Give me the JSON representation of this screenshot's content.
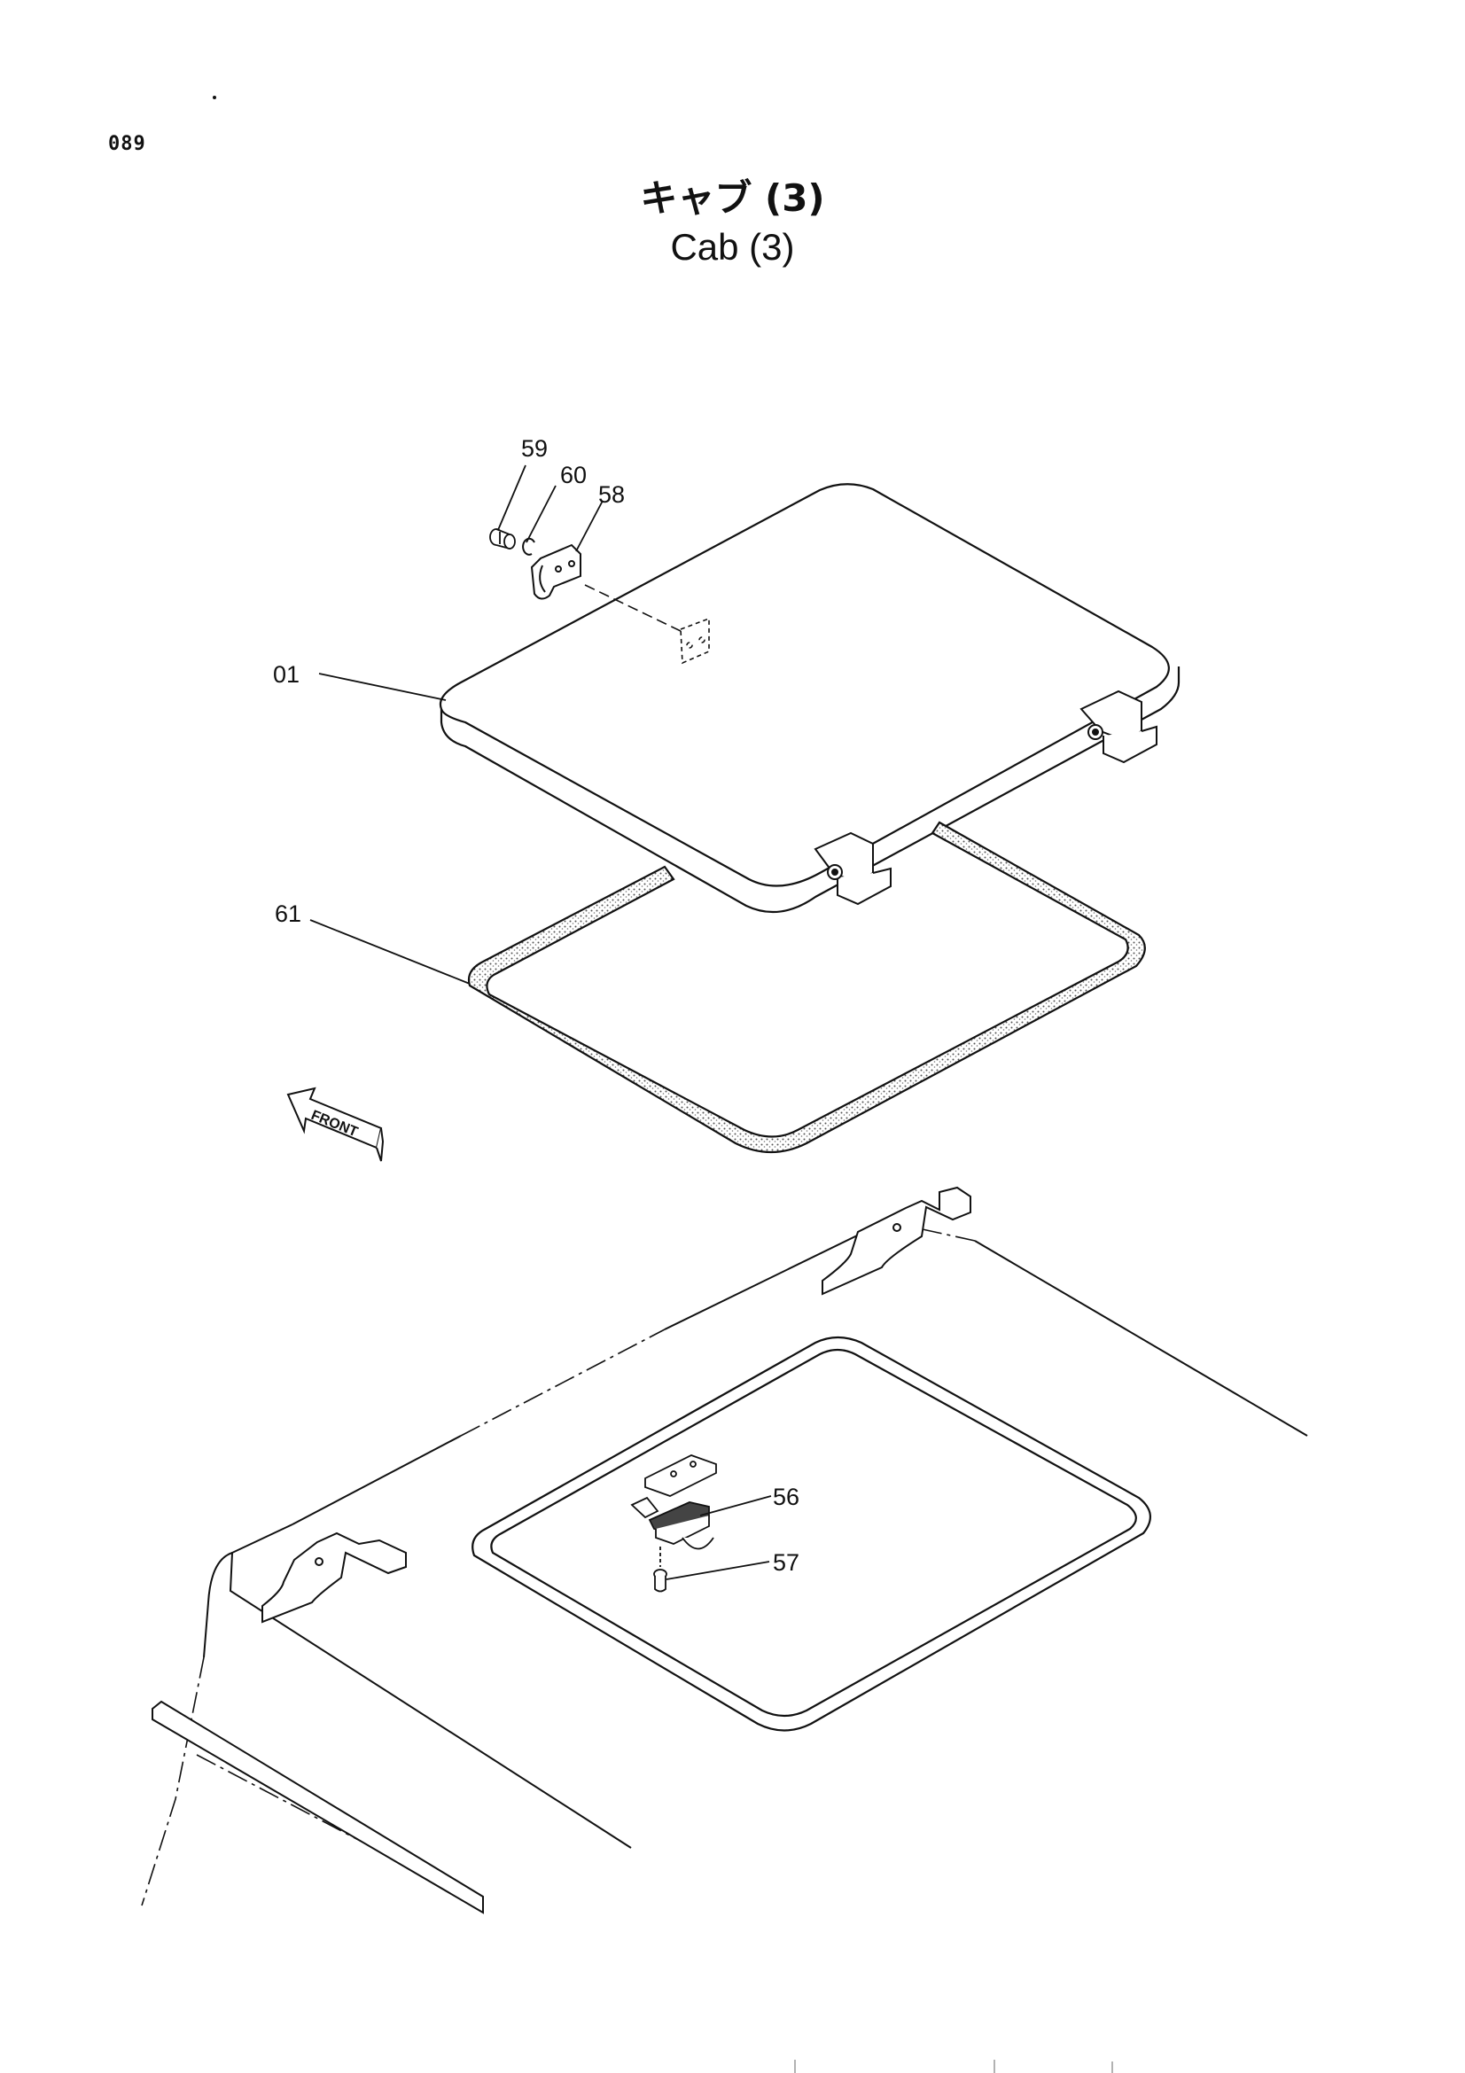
{
  "page": {
    "number": "089",
    "title_jp": "キャブ (3)",
    "title_en": "Cab (3)"
  },
  "direction_marker": {
    "label": "FRONT",
    "icon": "front-arrow-icon"
  },
  "callouts": [
    {
      "id": "59",
      "label": "59"
    },
    {
      "id": "60",
      "label": "60"
    },
    {
      "id": "58",
      "label": "58"
    },
    {
      "id": "01",
      "label": "01"
    },
    {
      "id": "61",
      "label": "61"
    },
    {
      "id": "56",
      "label": "56"
    },
    {
      "id": "57",
      "label": "57"
    }
  ],
  "colors": {
    "ink": "#111111",
    "seal_fill": "#9a9a9a"
  }
}
